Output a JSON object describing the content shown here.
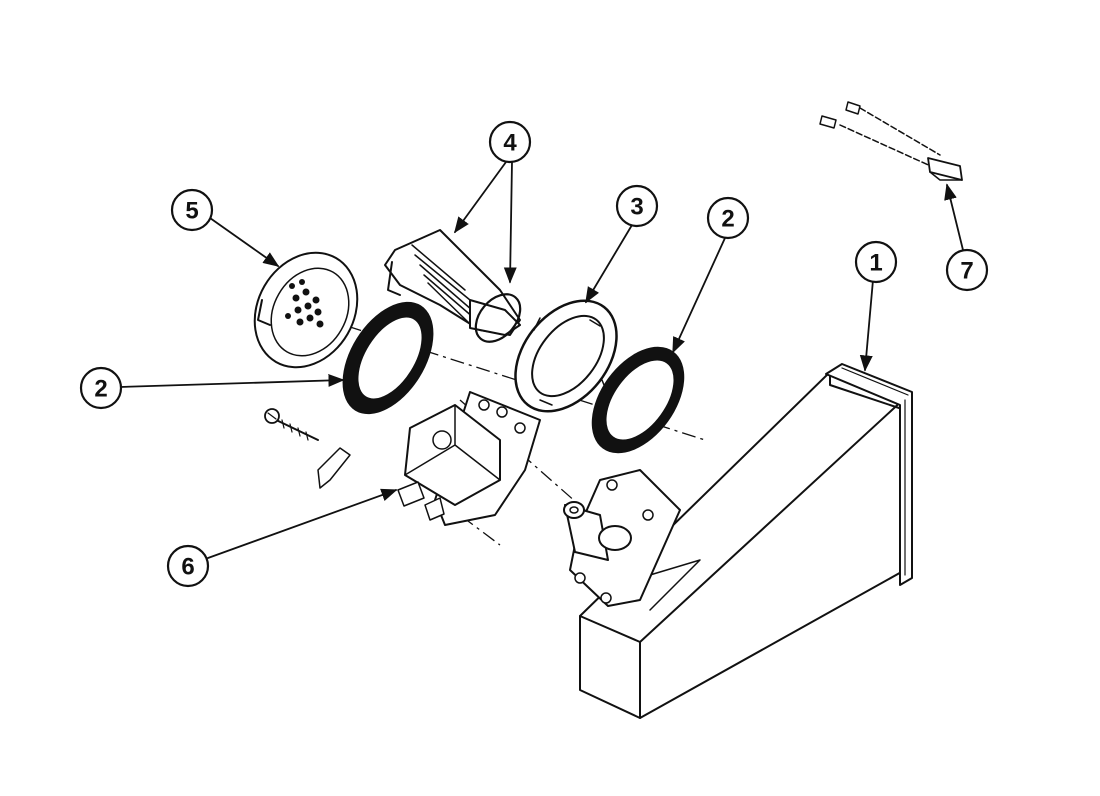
{
  "colors": {
    "ink": "#111111",
    "paper": "#ffffff"
  },
  "callouts": [
    {
      "id": "c1",
      "label": "1"
    },
    {
      "id": "c2a",
      "label": "2"
    },
    {
      "id": "c2b",
      "label": "2"
    },
    {
      "id": "c3",
      "label": "3"
    },
    {
      "id": "c4",
      "label": "4"
    },
    {
      "id": "c5",
      "label": "5"
    },
    {
      "id": "c6",
      "label": "6"
    },
    {
      "id": "c7",
      "label": "7"
    }
  ]
}
